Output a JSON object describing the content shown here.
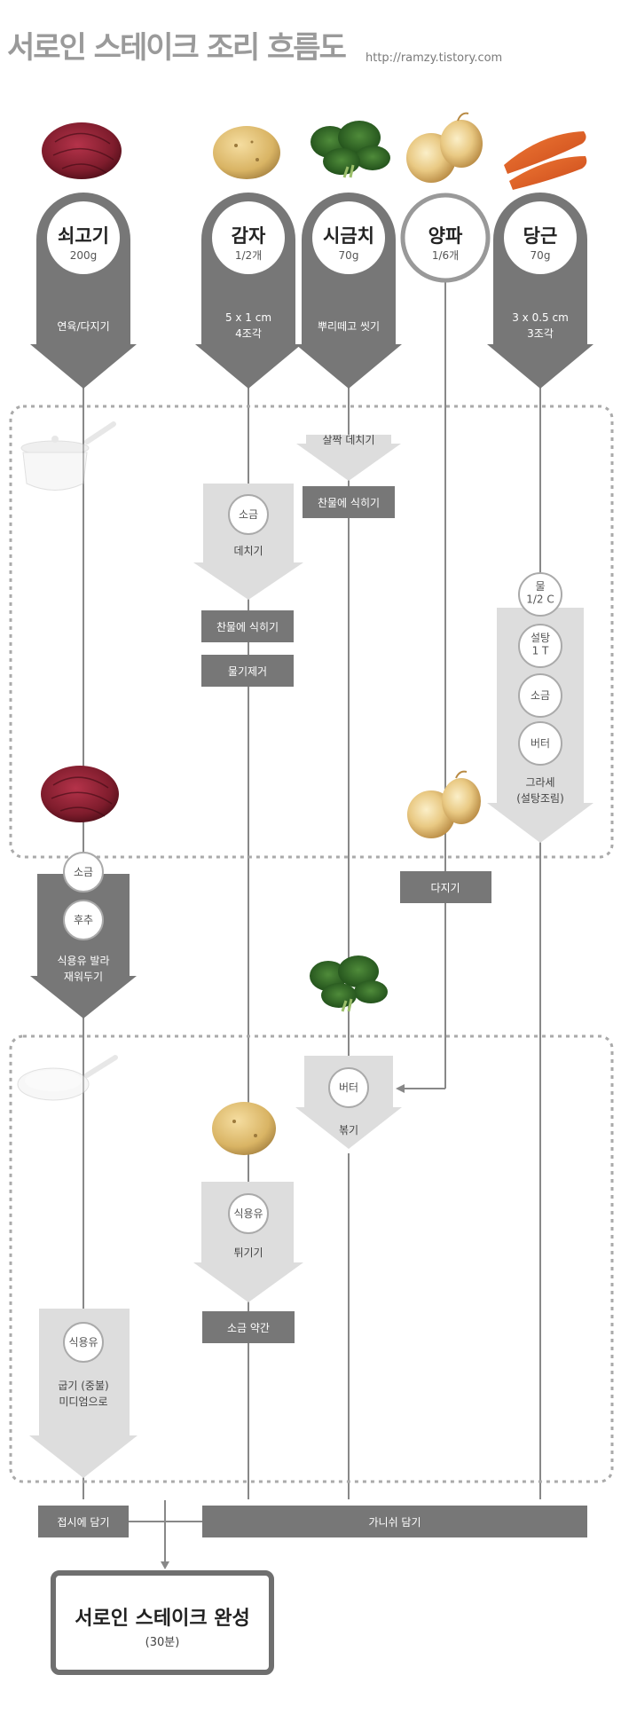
{
  "header": {
    "title": "서로인 스테이크 조리 흐름도",
    "url": "http://ramzy.tistory.com"
  },
  "ingredients": {
    "beef": {
      "name": "쇠고기",
      "qty": "200g",
      "prep": "연육/다지기"
    },
    "potato": {
      "name": "감자",
      "qty": "1/2개",
      "prep1": "5 x 1 cm",
      "prep2": "4조각"
    },
    "spinach": {
      "name": "시금치",
      "qty": "70g",
      "prep": "뿌리떼고 씻기"
    },
    "onion": {
      "name": "양파",
      "qty": "1/6개"
    },
    "carrot": {
      "name": "당근",
      "qty": "70g",
      "prep1": "3 x 0.5 cm",
      "prep2": "3조각"
    }
  },
  "boil": {
    "spinach_blanch": "살짝 데치기",
    "spinach_cool": "찬물에 식히기",
    "potato_salt": "소금",
    "potato_boil": "데치기",
    "potato_cool": "찬물에 식히기",
    "potato_drain": "물기제거",
    "carrot_items": [
      "물\n1/2 C",
      "설탕\n1 T",
      "소금",
      "버터"
    ],
    "carrot_glace1": "그라세",
    "carrot_glace2": "(설탕조림)"
  },
  "mid": {
    "beef_salt": "소금",
    "beef_pepper": "후추",
    "beef_rest1": "식용유 발라",
    "beef_rest2": "재워두기",
    "onion_chop": "다지기"
  },
  "fry": {
    "spinach_butter": "버터",
    "spinach_stir": "볶기",
    "potato_oil": "식용유",
    "potato_fry": "튀기기",
    "potato_salt": "소금 약간",
    "beef_oil": "식용유",
    "beef_grill1": "굽기 (중불)",
    "beef_grill2": "미디엄으로"
  },
  "bottom": {
    "plate": "접시에 담기",
    "garnish": "가니쉬 담기"
  },
  "final": {
    "title": "서로인 스테이크 완성",
    "time": "(30분)"
  }
}
